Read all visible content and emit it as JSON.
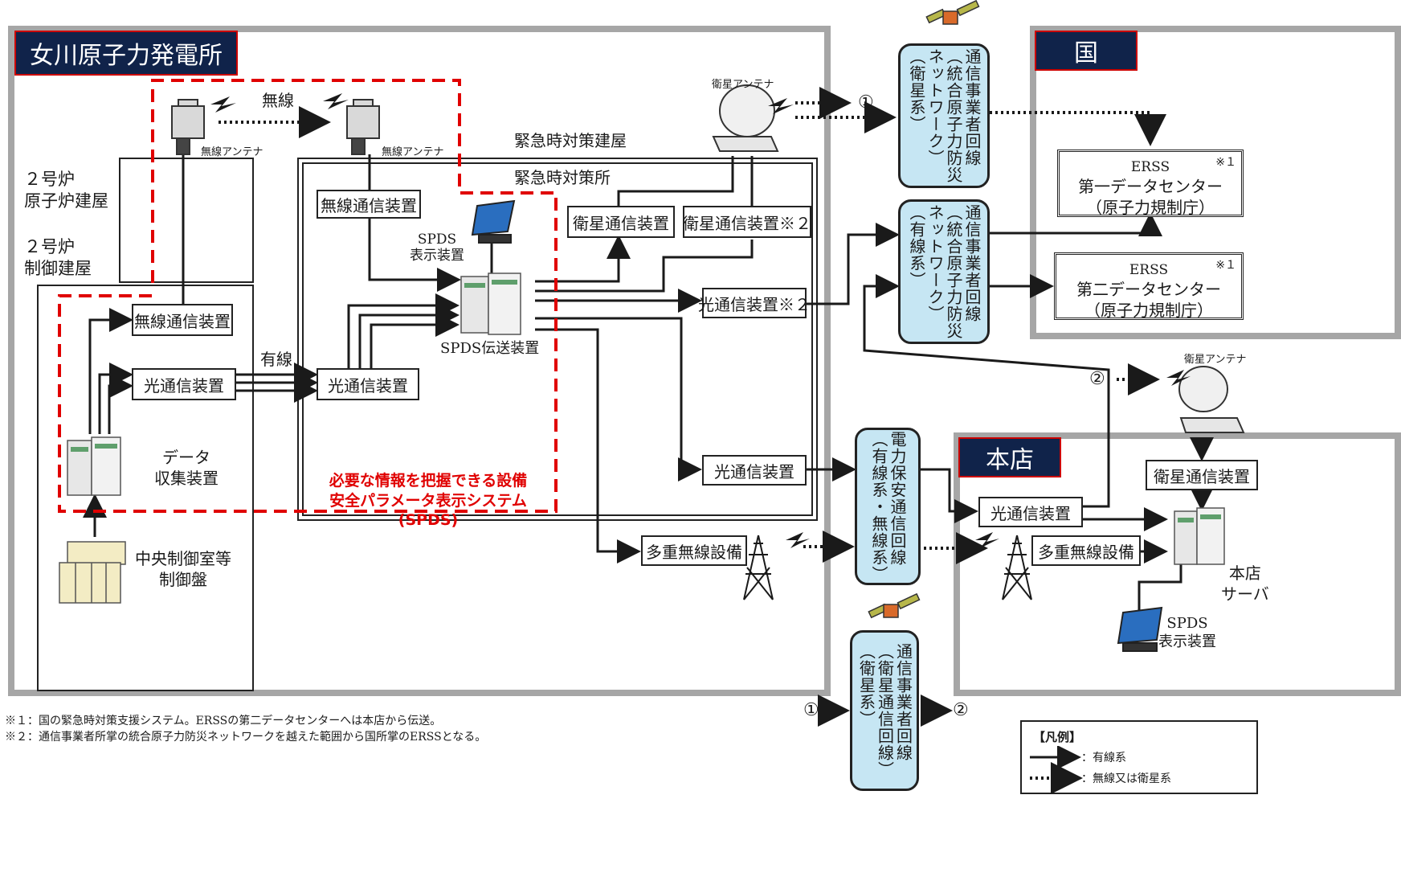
{
  "regions": {
    "onagawa": "女川原子力発電所",
    "kuni": "国",
    "honten": "本店"
  },
  "buildings": {
    "reactor": "２号炉\n原子炉建屋",
    "control": "２号炉\n制御建屋",
    "emergency_bldg": "緊急時対策建屋",
    "emergency_office": "緊急時対策所"
  },
  "antennas": {
    "wireless1": "無線アンテナ",
    "wireless2": "無線アンテナ",
    "wireless_label": "無線",
    "sat1": "衛星アンテナ",
    "sat2": "衛星アンテナ"
  },
  "devices": {
    "wireless_comm_ctrl": "無線通信装置",
    "optical_ctrl": "光通信装置",
    "wired_label": "有線",
    "optical_em": "光通信装置",
    "wireless_comm_em": "無線通信装置",
    "spds_display_em": "SPDS\n表示装置",
    "spds_tx": "SPDS伝送装置",
    "sat_comm_1": "衛星通信装置",
    "sat_comm_2": "衛星通信装置※２",
    "optical_mid": "光通信装置※２",
    "optical_low": "光通信装置",
    "multi_radio": "多重無線設備",
    "data_collect": "データ\n収集装置",
    "control_panel": "中央制御室等\n制御盤"
  },
  "spds_note": {
    "line1": "必要な情報を把握できる設備",
    "line2": "安全パラメータ表示システム(SPDS)"
  },
  "networks": {
    "sat_net": "通信事業者回線\n（統合原子力防災\nネットワーク）\n（衛星系）",
    "wired_net": "通信事業者回線\n（統合原子力防災\nネットワーク）\n（有線系）",
    "power_net": "電力保安通信回線\n（有線系・無線系）",
    "sat_line": "通信事業者回線\n（衛星通信回線）\n（衛星系）"
  },
  "erss": {
    "first": {
      "name": "ERSS",
      "sub": "第一データセンター",
      "org": "（原子力規制庁）",
      "mark": "※１"
    },
    "second": {
      "name": "ERSS",
      "sub": "第二データセンター",
      "org": "（原子力規制庁）",
      "mark": "※１"
    }
  },
  "honten_devices": {
    "sat_comm": "衛星通信装置",
    "optical": "光通信装置",
    "multi_radio": "多重無線設備",
    "server": "本店\nサーバ",
    "spds_display": "SPDS\n表示装置"
  },
  "markers": {
    "m1a": "①",
    "m2a": "②",
    "m1b": "①",
    "m2b": "②"
  },
  "footnotes": {
    "n1": "※１：国の緊急時対策支援システム。ERSSの第二データセンターへは本店から伝送。",
    "n2": "※２：通信事業者所掌の統合原子力防災ネットワークを越えた範囲から国所掌のERSSとなる。"
  },
  "legend": {
    "title": "【凡例】",
    "wired": "：有線系",
    "wireless": "：無線又は衛星系"
  },
  "colors": {
    "title_bg": "#10234a",
    "network_fill": "#c6e6f3",
    "spds_red": "#e00000",
    "region_border": "#a6a6a6"
  }
}
